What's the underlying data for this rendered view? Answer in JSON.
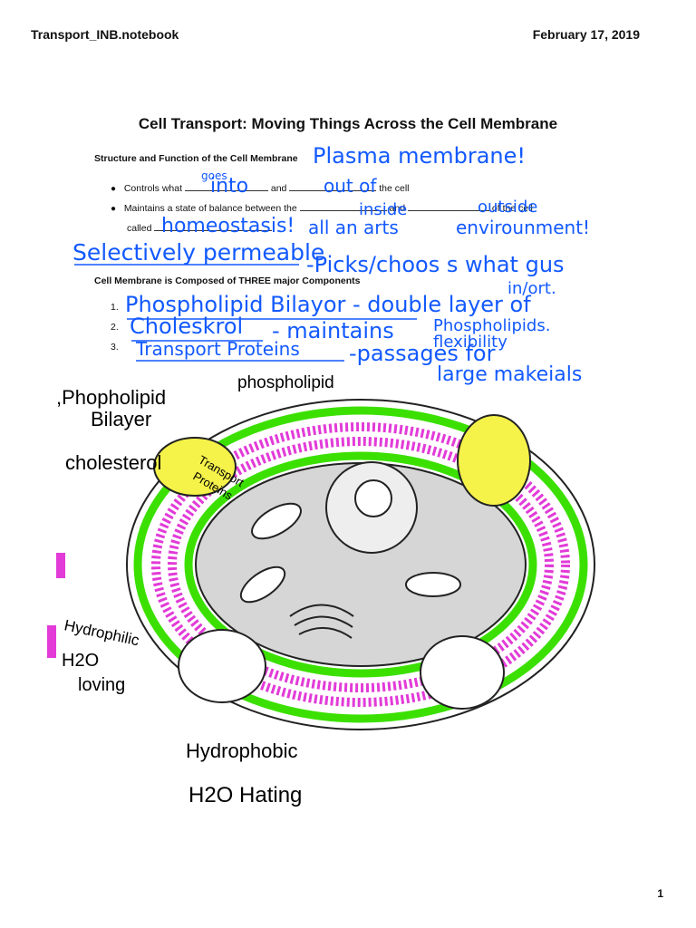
{
  "header": {
    "left": "Transport_INB.notebook",
    "right": "February 17, 2019"
  },
  "title": "Cell Transport: Moving Things Across the Cell Membrane",
  "section1": {
    "heading": "Structure and Function of the Cell Membrane",
    "bullet1": {
      "prefix": "Controls what",
      "mid": "and",
      "suffix": "the cell"
    },
    "bullet2": {
      "prefix": "Maintains a state of balance between the",
      "mid": "and",
      "suffix": "of the cell",
      "line2": "called"
    }
  },
  "section2": {
    "heading": "Cell Membrane is Composed of THREE major Components",
    "numbers": [
      "1.",
      "2.",
      "3."
    ]
  },
  "handwriting": {
    "plasma": "Plasma membrane!",
    "goes": "goes",
    "into": "into",
    "out_of": "out of",
    "inside": "inside",
    "outside": "outside",
    "homeostasis": "homeostasis!",
    "all_parts": "all an arts",
    "environment": "envirounment!",
    "selectively": "Selectively permeable",
    "picks": "-Picks/choos s what gus",
    "in_out": "in/ort.",
    "comp1": "Phospholipid Bilayor - double layer of",
    "phospholipids": "Phospholipids.",
    "comp2": "Choleskrol",
    "maintains": "- maintains",
    "flexibility": "flexibility",
    "comp3": "Transport Proteins",
    "passages": "-passages for",
    "large": "large makeials",
    "lbl_bilayer1": ",Phopholipid",
    "lbl_bilayer2": "Bilayer",
    "lbl_phospholipid": "phospholipid",
    "lbl_cholesterol": "cholesterol",
    "lbl_transport1": "Transport",
    "lbl_transport2": "Proteins",
    "lbl_hydrophilic": "Hydrophilic",
    "lbl_h2o": "H2O",
    "lbl_loving": "loving",
    "lbl_hydrophobic": "Hydrophobic",
    "lbl_hating": "H2O Hating"
  },
  "page_number": "1"
}
